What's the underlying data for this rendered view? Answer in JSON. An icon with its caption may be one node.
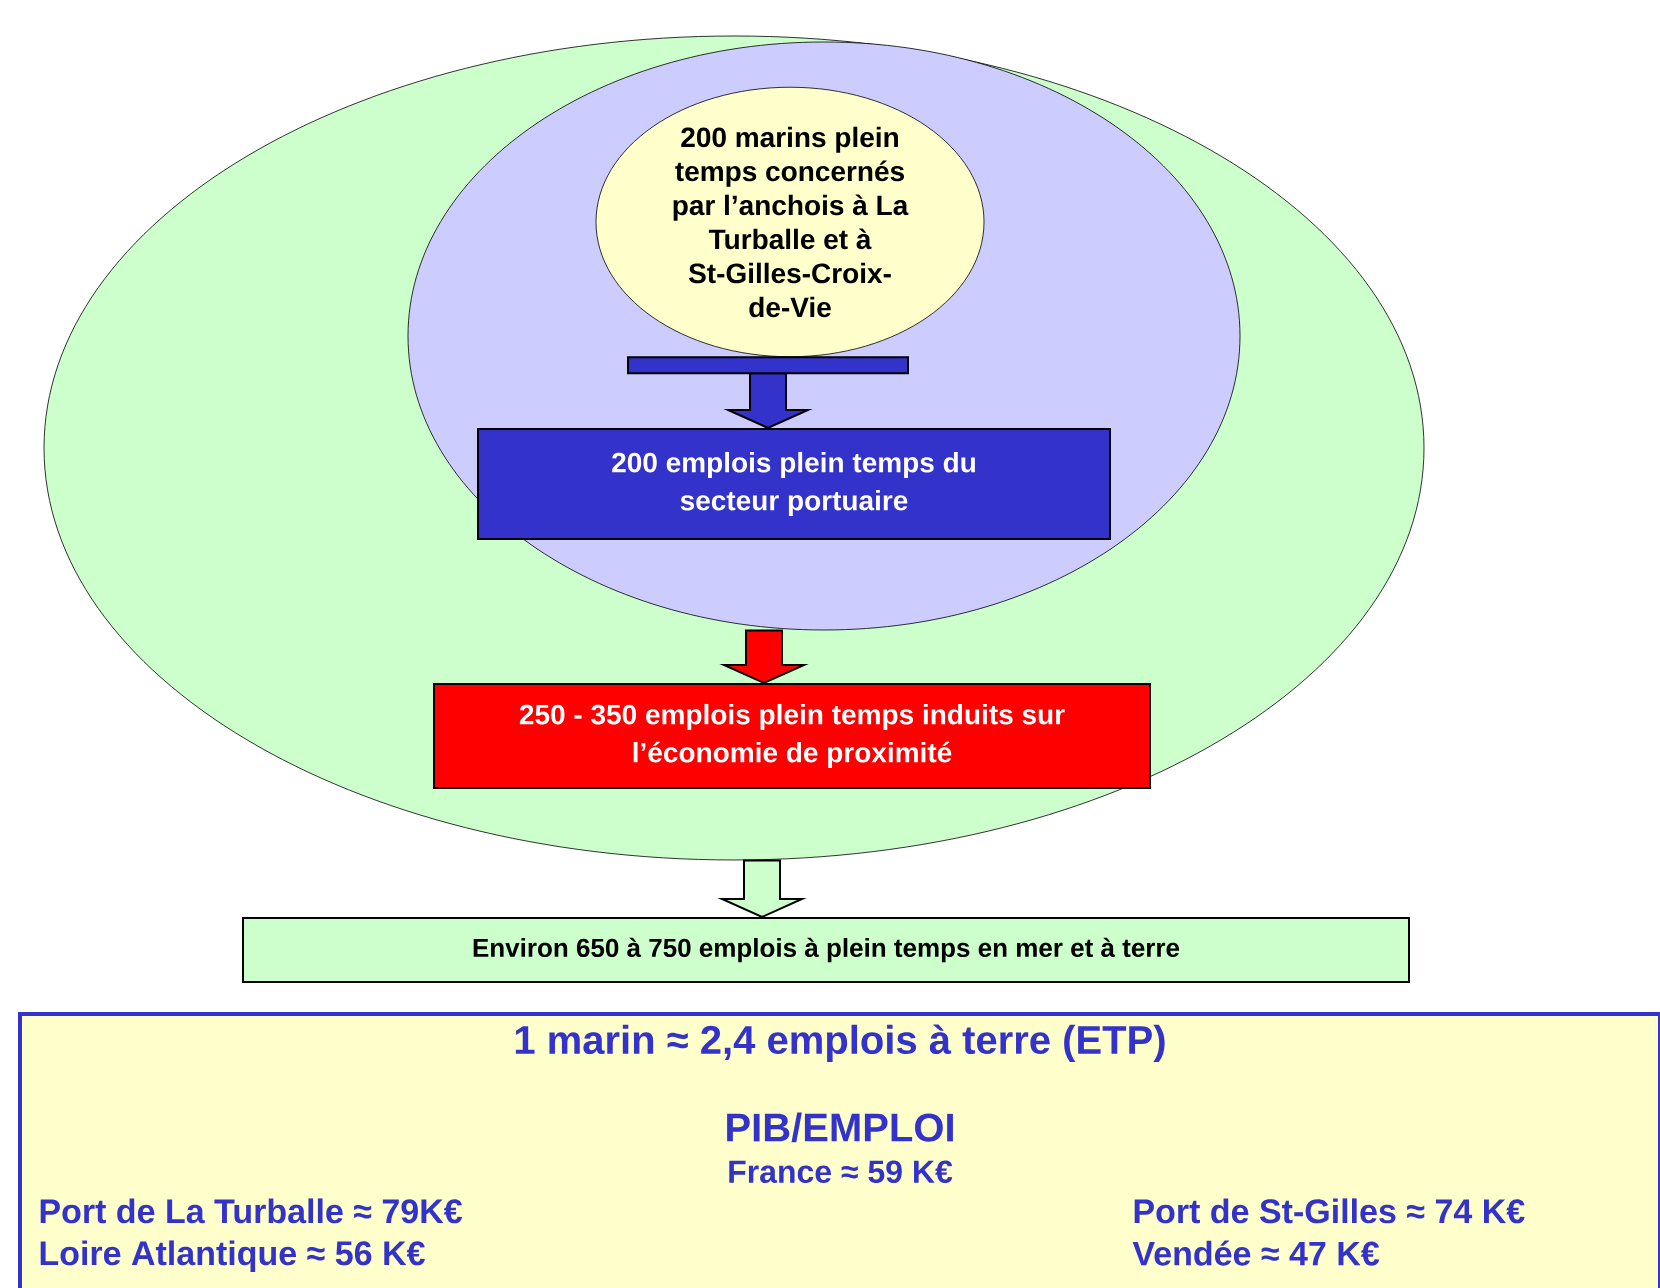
{
  "diagram": {
    "nodes": [
      {
        "text": [],
        "shape": "circle"
      },
      {
        "text": [],
        "shape": "circle",
        "in": 0
      },
      {
        "text": [
          "200 marins plein temps concernés par l’anchois à La Turballe et à St-Gilles-Croix- de-Vie"
        ],
        "in": 1
      },
      {
        "text": [
          "200 emplois plein temps du secteur portuaire"
        ],
        "in": 1
      },
      {
        "text": [
          "250 - 350 emplois plein temps induits sur l’économie de proximité"
        ],
        "in": 0
      },
      {
        "text": [
          "Environ 650 à 750 emplois à plein temps en mer et à terre"
        ]
      },
      {
        "text": [
          "1 marin ≈ 2,4 emplois à terre (ETP)",
          "PIB/EMPLOI",
          "France ≈ 59 K€",
          "Port de La Turballe ≈ 79K€",
          "Loire Atlantique ≈ 56 K€",
          "Port de St-Gilles ≈ 74 K€",
          "Vendée ≈ 47 K€"
        ]
      }
    ],
    "edges": [
      {
        "from": 2,
        "to": 3,
        "arrow": "to",
        "color": "#3333cc"
      },
      {
        "from": 1,
        "to": 4,
        "arrow": "to",
        "color": "#ff0000"
      },
      {
        "from": 0,
        "to": 5,
        "arrow": "to",
        "color": "#ccffcc"
      }
    ]
  }
}
